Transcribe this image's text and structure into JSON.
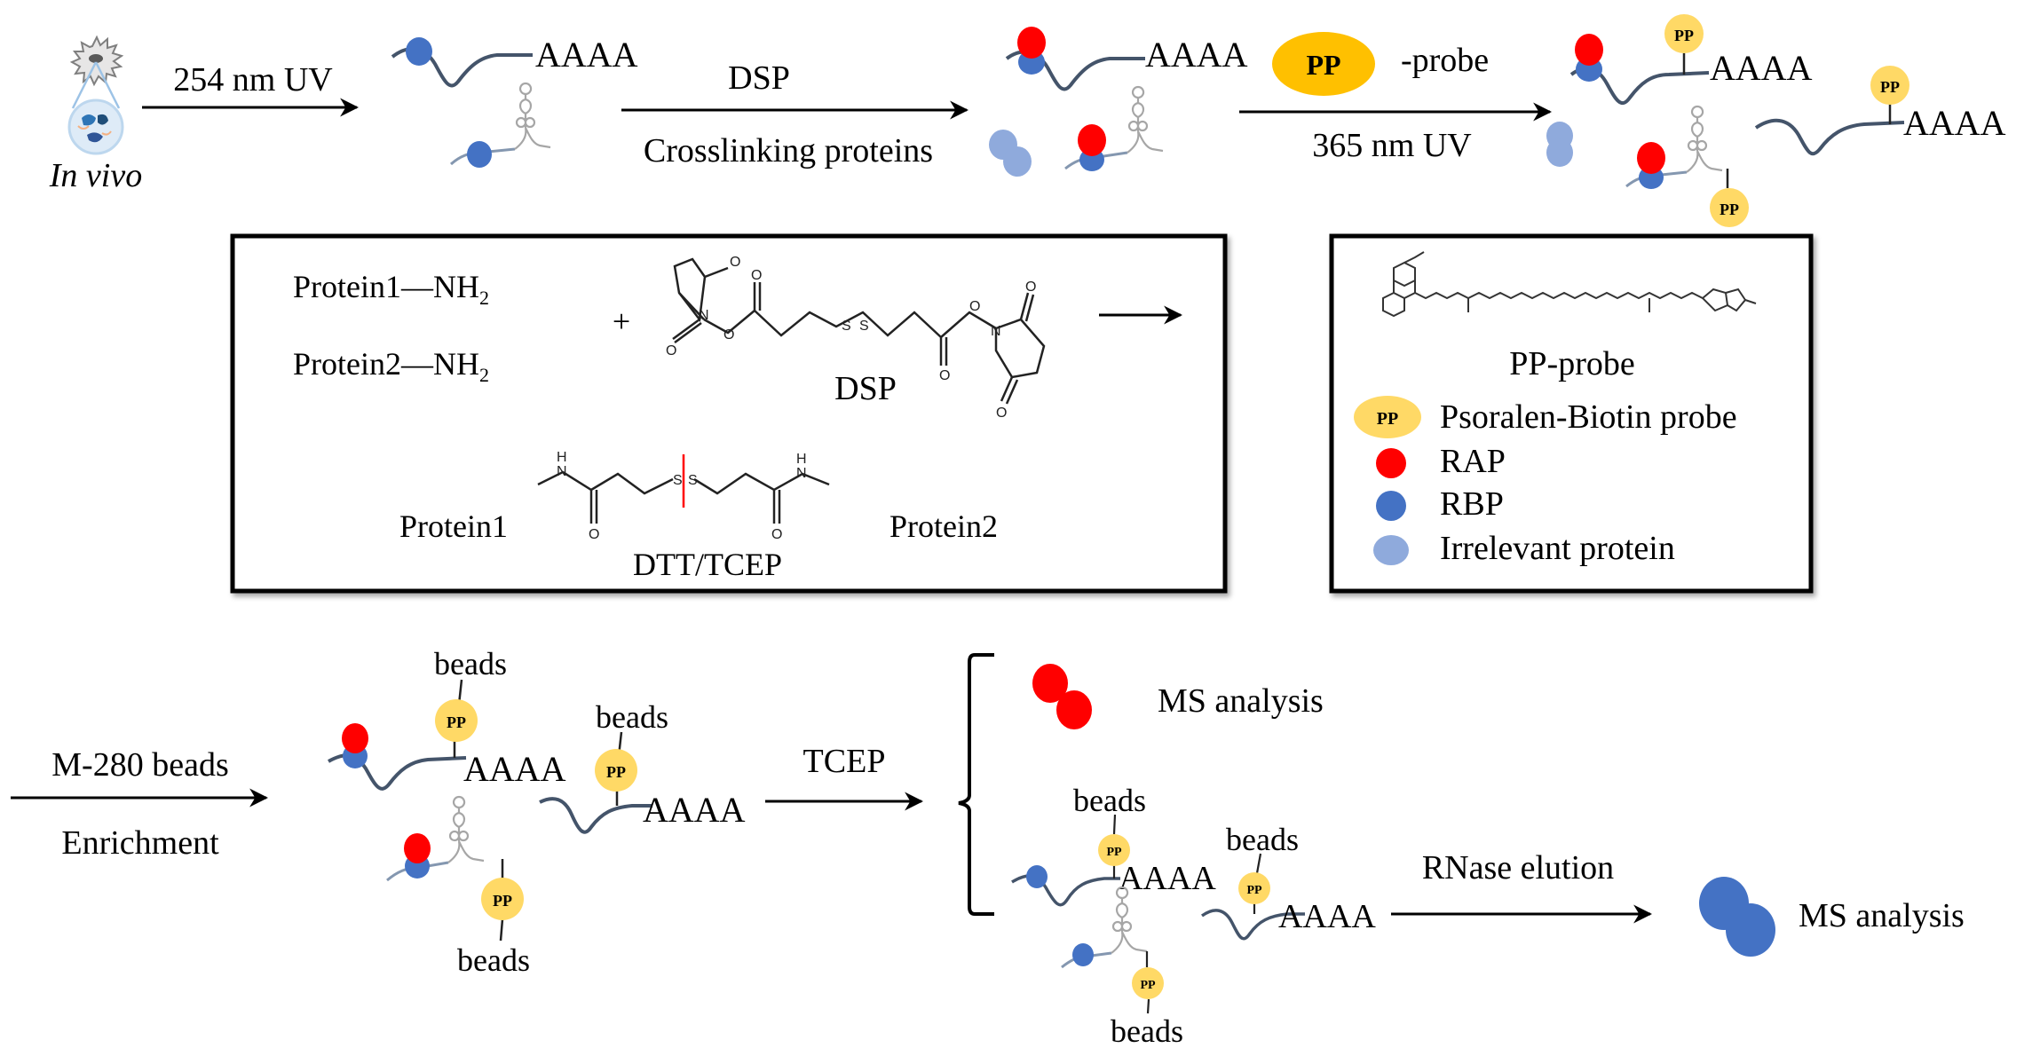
{
  "figure": {
    "title": "PP-probe based RNA-associated protein capture workflow",
    "colors": {
      "rap_red": "#ff0000",
      "rbp_blue": "#4472c4",
      "irrelevant_blue": "#8faadc",
      "pp_yellow": "#ffd966",
      "pp_big_yellow": "#ffc000",
      "rna_line": "#44546a",
      "rna_light": "#a6a6a6",
      "disulfide_cut": "#ff0000"
    },
    "step1": {
      "cell_label": "In vivo",
      "arrow_label": "254 nm UV",
      "polyA": "AAAA"
    },
    "step2": {
      "arrow_top": "DSP",
      "arrow_bottom": "Crosslinking proteins",
      "polyA": "AAAA"
    },
    "step3": {
      "pp_badge": "PP",
      "probe_suffix": "-probe",
      "arrow_bottom": "365 nm UV",
      "polyA_1": "AAAA",
      "polyA_2": "AAAA",
      "pp_badge_1": "PP",
      "pp_badge_2": "PP",
      "pp_badge_3": "PP"
    },
    "reaction_box": {
      "reactant_1": "Protein1—NH",
      "reactant_2": "Protein2—NH",
      "subscript": "2",
      "plus": "+",
      "reagent_label": "DSP",
      "product_left": "Protein1",
      "product_right": "Protein2",
      "cleavage_label": "DTT/TCEP",
      "atom_O": "O",
      "atom_N": "N",
      "atom_S": "S",
      "atom_H": "H"
    },
    "legend_box": {
      "structure_label": "PP-probe",
      "items": [
        {
          "symbol": "PP",
          "label": "Psoralen-Biotin probe"
        },
        {
          "symbol": "",
          "label": "RAP"
        },
        {
          "symbol": "",
          "label": "RBP"
        },
        {
          "symbol": "",
          "label": "Irrelevant protein"
        }
      ]
    },
    "step4": {
      "arrow_top": "M-280 beads",
      "arrow_bottom": "Enrichment",
      "beads_label": "beads",
      "polyA": "AAAA",
      "pp_badge": "PP"
    },
    "step5": {
      "arrow_top": "TCEP",
      "branch_1_label": "MS analysis",
      "beads_label": "beads",
      "polyA": "AAAA",
      "pp_badge": "PP"
    },
    "step6": {
      "arrow_top": "RNase elution",
      "final_label": "MS analysis"
    }
  }
}
